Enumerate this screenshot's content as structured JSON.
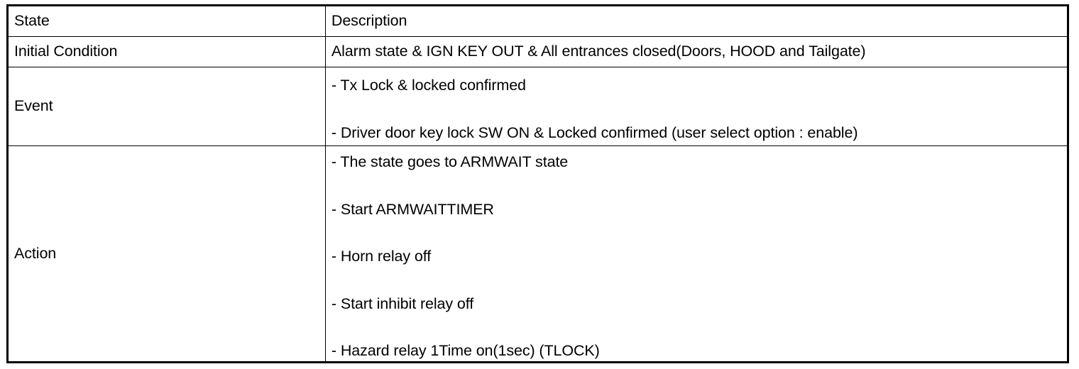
{
  "table": {
    "columns": [
      "State",
      "Description"
    ],
    "rows": [
      {
        "state": "Initial Condition",
        "kind": "single",
        "description": "Alarm state & IGN KEY OUT & All entrances closed(Doors, HOOD and Tailgate)"
      },
      {
        "state": "Event",
        "kind": "list",
        "items": [
          "-  Tx Lock & locked confirmed",
          "-  Driver door key lock SW ON & Locked confirmed (user select option : enable)"
        ]
      },
      {
        "state": "Action",
        "kind": "list",
        "items": [
          "-  The state goes to ARMWAIT state",
          "-  Start ARMWAITTIMER",
          "-  Horn relay off",
          "-  Start inhibit relay off",
          "-  Hazard relay 1Time on(1sec) (TLOCK)"
        ]
      }
    ]
  },
  "colors": {
    "border": "#000000",
    "text": "#000000",
    "background": "#ffffff"
  }
}
